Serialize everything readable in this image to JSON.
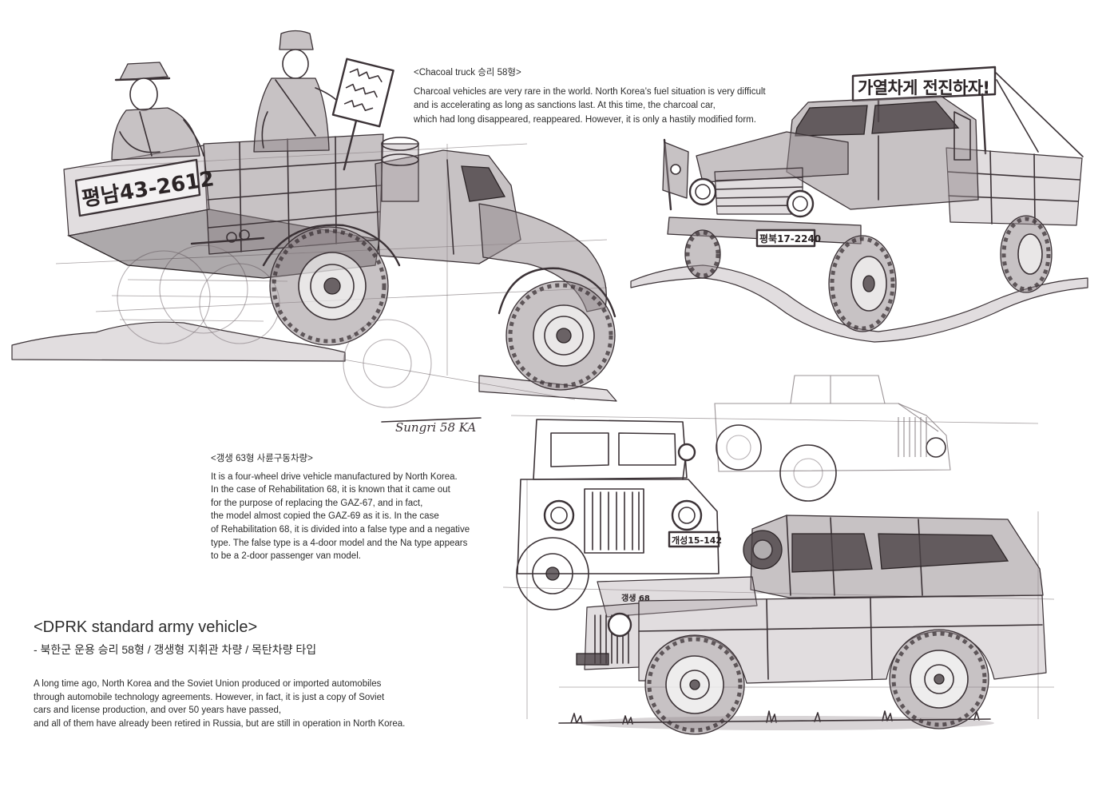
{
  "charcoal_truck": {
    "heading": "<Chacoal truck 승리 58형>",
    "lines": [
      "Charcoal vehicles are very rare in the world. North Korea’s fuel situation is very difficult",
      "and is accelerating as long as sanctions last. At this time, the charcoal car,",
      "which had long disappeared, reappeared. However, it is only a hastily modified form."
    ]
  },
  "gaengsaeng": {
    "heading": "<갱생 63형 사륜구동차량>",
    "lines": [
      "It is a four-wheel drive vehicle manufactured by North Korea.",
      "In the case of Rehabilitation 68, it is known that it came out",
      "for the purpose of replacing the GAZ-67, and in fact,",
      "the model almost copied the GAZ-69 as it is. In the case",
      "of Rehabilitation 68, it is divided into a false type and a negative",
      "type. The false type is a 4-door model and the Na type appears",
      "to be a 2-door passenger van model."
    ]
  },
  "dprk": {
    "title": "<DPRK standard army vehicle>",
    "subtitle": "- 북한군 운용 승리 58형 / 갱생형 지휘관 차량 / 목탄차량 타입",
    "lines": [
      "A long time ago, North Korea and the Soviet Union produced or imported automobiles",
      "through automobile technology agreements. However, in fact, it is just a copy of Soviet",
      "cars and license production, and over 50 years have passed,",
      "and all of them have already been retired in Russia, but are still in operation in North Korea."
    ]
  },
  "lettering": {
    "plate_rear": "평남43-2612",
    "banner": "가열차게 전진하자!",
    "plate_front": "평북17-2240",
    "signature": "Sungri 58 KA",
    "jeep_side": "갱생 68",
    "jeep_plate": "개성15-142"
  },
  "colors": {
    "ink": "#3b3236",
    "wash": "#8f8589",
    "paper": "#ffffff"
  }
}
